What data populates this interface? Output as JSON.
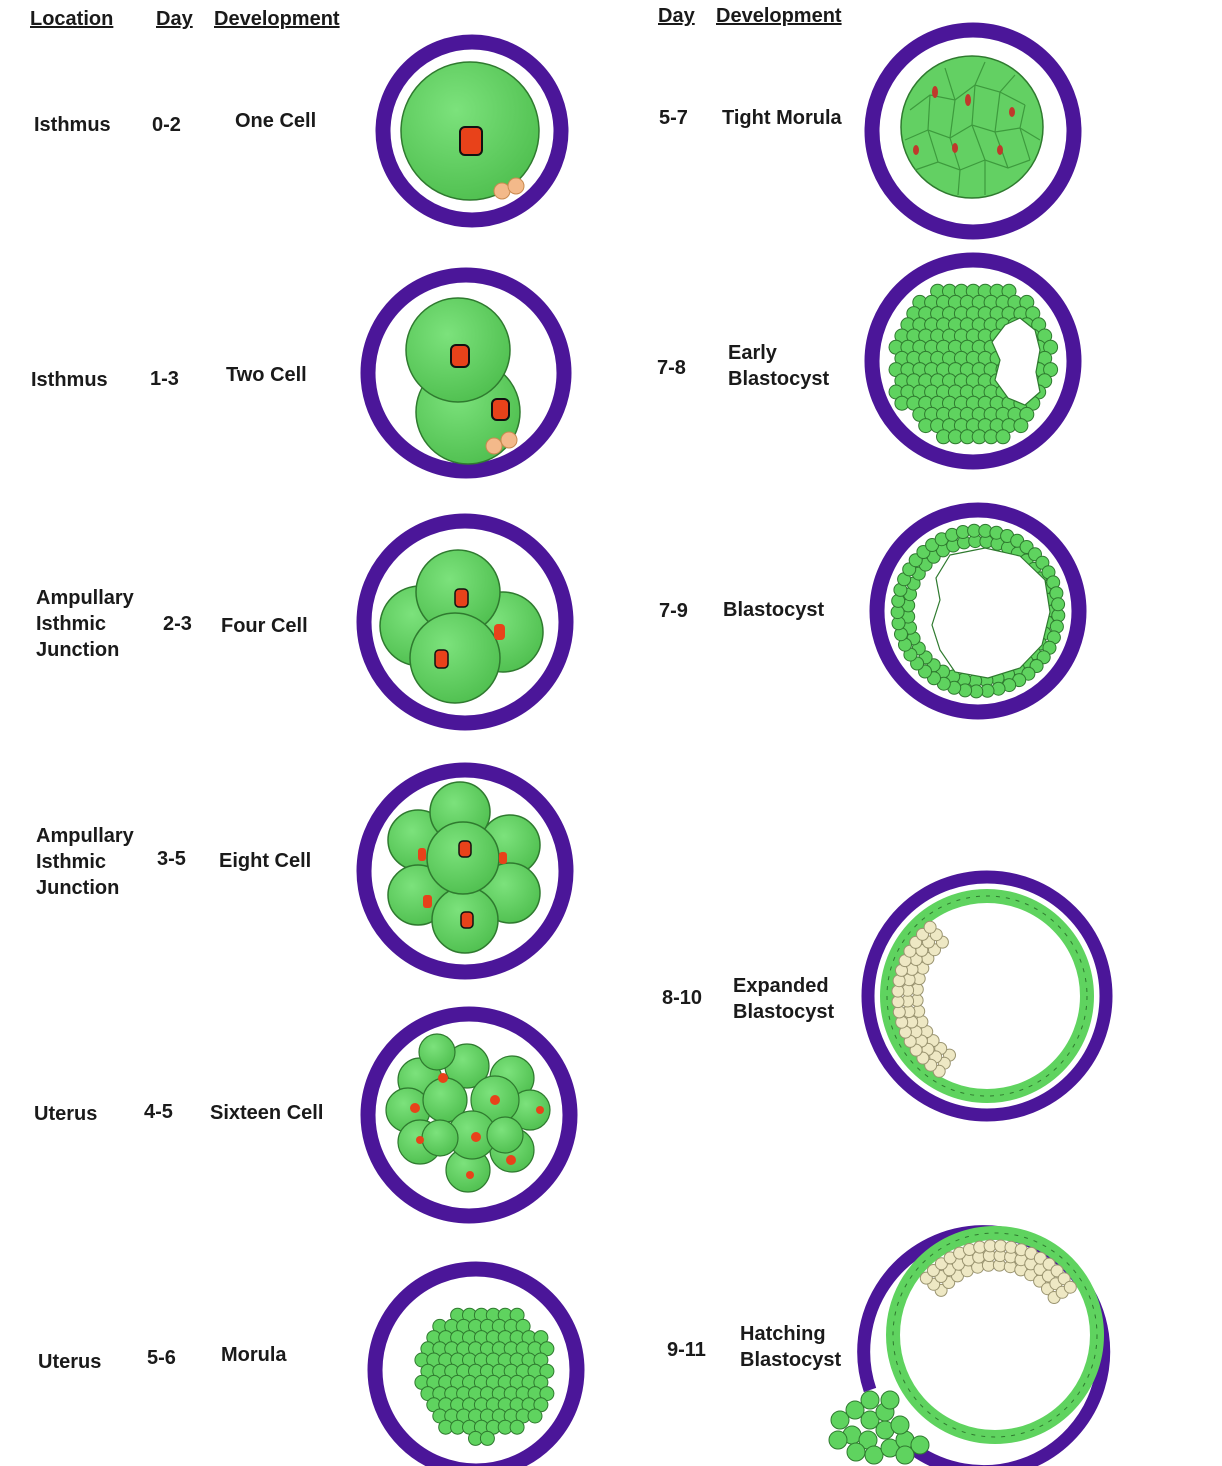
{
  "headers": {
    "location": "Location",
    "day_left": "Day",
    "development_left": "Development",
    "day_right": "Day",
    "development_right": "Development"
  },
  "colors": {
    "zona": "#4b1699",
    "cell": "#5fd35f",
    "cell_edge": "#2f7a2f",
    "nucleus": "#e8421a",
    "polar_body": "#f3b98a",
    "inner_cell_mass": "#eee8c4"
  },
  "left_stages": [
    {
      "location": "Isthmus",
      "day": "0-2",
      "development": "One Cell"
    },
    {
      "location": "Isthmus",
      "day": "1-3",
      "development": "Two Cell"
    },
    {
      "location": "Ampullary\nIsthmic\nJunction",
      "day": "2-3",
      "development": "Four Cell"
    },
    {
      "location": "Ampullary\nIsthmic\nJunction",
      "day": "3-5",
      "development": "Eight Cell"
    },
    {
      "location": "Uterus",
      "day": "4-5",
      "development": "Sixteen Cell"
    },
    {
      "location": "Uterus",
      "day": "5-6",
      "development": "Morula"
    }
  ],
  "right_stages": [
    {
      "day": "5-7",
      "development": "Tight Morula"
    },
    {
      "day": "7-8",
      "development": "Early\nBlastocyst"
    },
    {
      "day": "7-9",
      "development": "Blastocyst"
    },
    {
      "day": "8-10",
      "development": "Expanded\nBlastocyst"
    },
    {
      "day": "9-11",
      "development": "Hatching\nBlastocyst"
    }
  ]
}
